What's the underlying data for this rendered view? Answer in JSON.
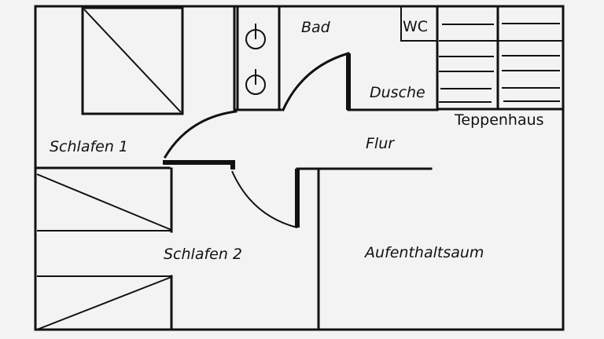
{
  "title": "Grundriss",
  "rooms": {
    "bad": "Bad",
    "wc": "WC",
    "dusche": "Dusche",
    "treppenhaus": "Teppenhaus",
    "flur": "Flur",
    "schlafen1": "Schlafen 1",
    "schlafen2": "Schlafen 2",
    "aufenthalt": "Aufenthaltsaum"
  }
}
